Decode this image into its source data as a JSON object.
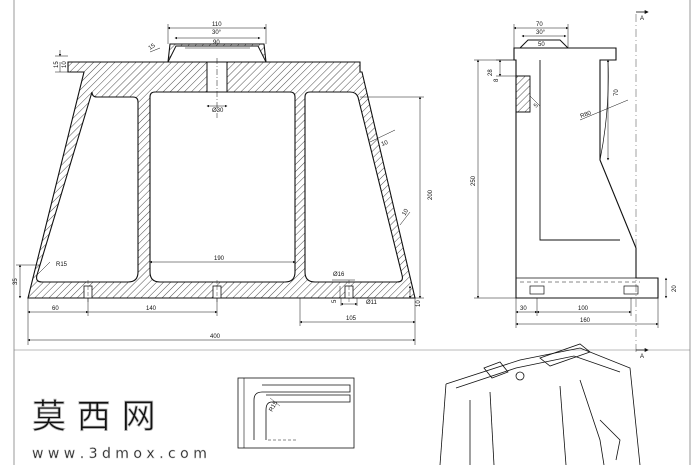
{
  "front_view": {
    "width_total": "400",
    "top_slot_width": "110",
    "slot_angle": "30°",
    "slot_inner_width": "90",
    "slot_chamfer": "15",
    "plate_thickness_a": "15",
    "plate_thickness_b": "10",
    "bore_diameter": "Ø30",
    "wall_thickness": "10",
    "wall_thickness_b": "10",
    "height": "200",
    "base_height": "35",
    "fillet_radius": "R15",
    "window_width": "190",
    "hole_diameter_a": "Ø16",
    "hole_diameter_b": "Ø11",
    "hole_depth": "5",
    "base_edge": "10",
    "hole_offset_left": "60",
    "hole_pitch": "140",
    "hole_offset_right": "105"
  },
  "side_view": {
    "top_width": "70",
    "slot_angle": "30°",
    "slot_width": "50",
    "upper_thickness": "28",
    "chamfer_a": "8",
    "chamfer_b": "5",
    "rib_height": "70",
    "fillet_radius": "R80",
    "height": "250",
    "base_height": "20",
    "hole_offset": "30",
    "hole_pitch": "100",
    "depth": "160",
    "section_label_top": "A",
    "section_label_bottom": "A"
  },
  "detail_view": {
    "radius": "R15"
  },
  "watermark": {
    "brand": "莫 西 网",
    "url": "w w w . 3 d m o x . c o m"
  }
}
